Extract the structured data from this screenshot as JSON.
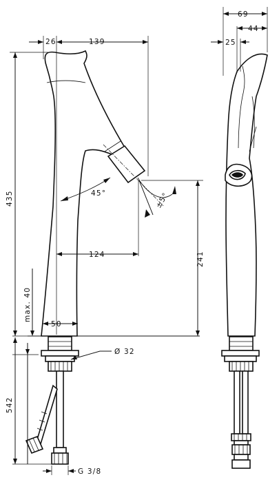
{
  "dimensions": {
    "top_offset": "26",
    "spout_reach": "139",
    "total_height": "435",
    "spout_angle": "45°",
    "tilt": "±5°",
    "spout_projection": "124",
    "spout_height": "241",
    "max_deck": "max. 40",
    "base_diameter": "50",
    "shank_diameter": "Ø 32",
    "hose_length": "542",
    "connection": "G 3/8",
    "side_width": "69",
    "side_top": "44",
    "side_offset": "25"
  }
}
